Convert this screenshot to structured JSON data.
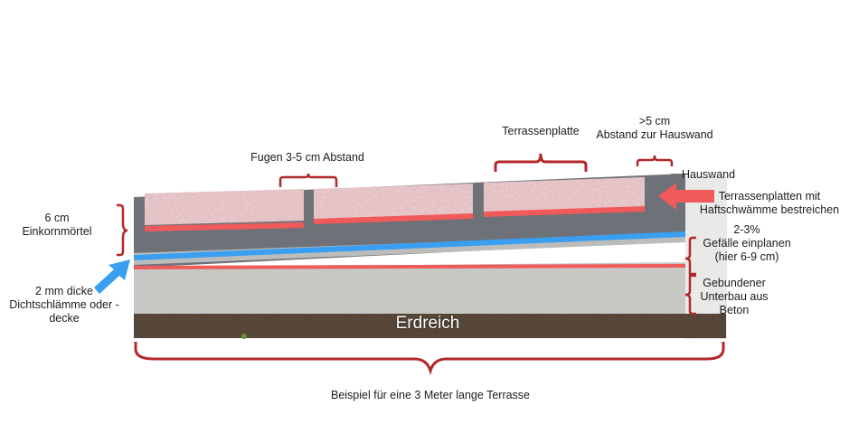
{
  "labels": {
    "fugen": "Fugen 3-5 cm Abstand",
    "terrassenplatte": "Terrassenplatte",
    "abstand_line1": ">5 cm",
    "abstand_line2": "Abstand zur Hauswand",
    "hauswand": "Hauswand",
    "haft_line1": "Terrassenplatten mit",
    "haft_line2": "Haftschwämme bestreichen",
    "gefaelle_line1": "2-3%",
    "gefaelle_line2": "Gefälle einplanen",
    "gefaelle_line3": "(hier 6-9 cm)",
    "unterbau_line1": "Gebundener",
    "unterbau_line2": "Unterbau aus",
    "unterbau_line3": "Beton",
    "einkorn_line1": "6 cm",
    "einkorn_line2": "Einkornmörtel",
    "dicht_line1": "2 mm dicke",
    "dicht_line2": "Dichtschlämme oder -",
    "dicht_line3": "decke",
    "erdreich": "Erdreich",
    "beispiel": "Beispiel für eine 3 Meter lange Terrasse"
  },
  "colors": {
    "paver": "#dfb7bb",
    "mortar": "#6e7278",
    "concrete": "#c9c9c6",
    "soil": "#4a3a2c",
    "red_line": "#f05a5a",
    "blue_line": "#3a9ff0",
    "bracket": "#b3262a",
    "wall": "#e9e9e7"
  },
  "icons": {
    "waterproof_arrow": "arrow-right-blue",
    "adhesive_arrow": "arrow-left-red"
  }
}
